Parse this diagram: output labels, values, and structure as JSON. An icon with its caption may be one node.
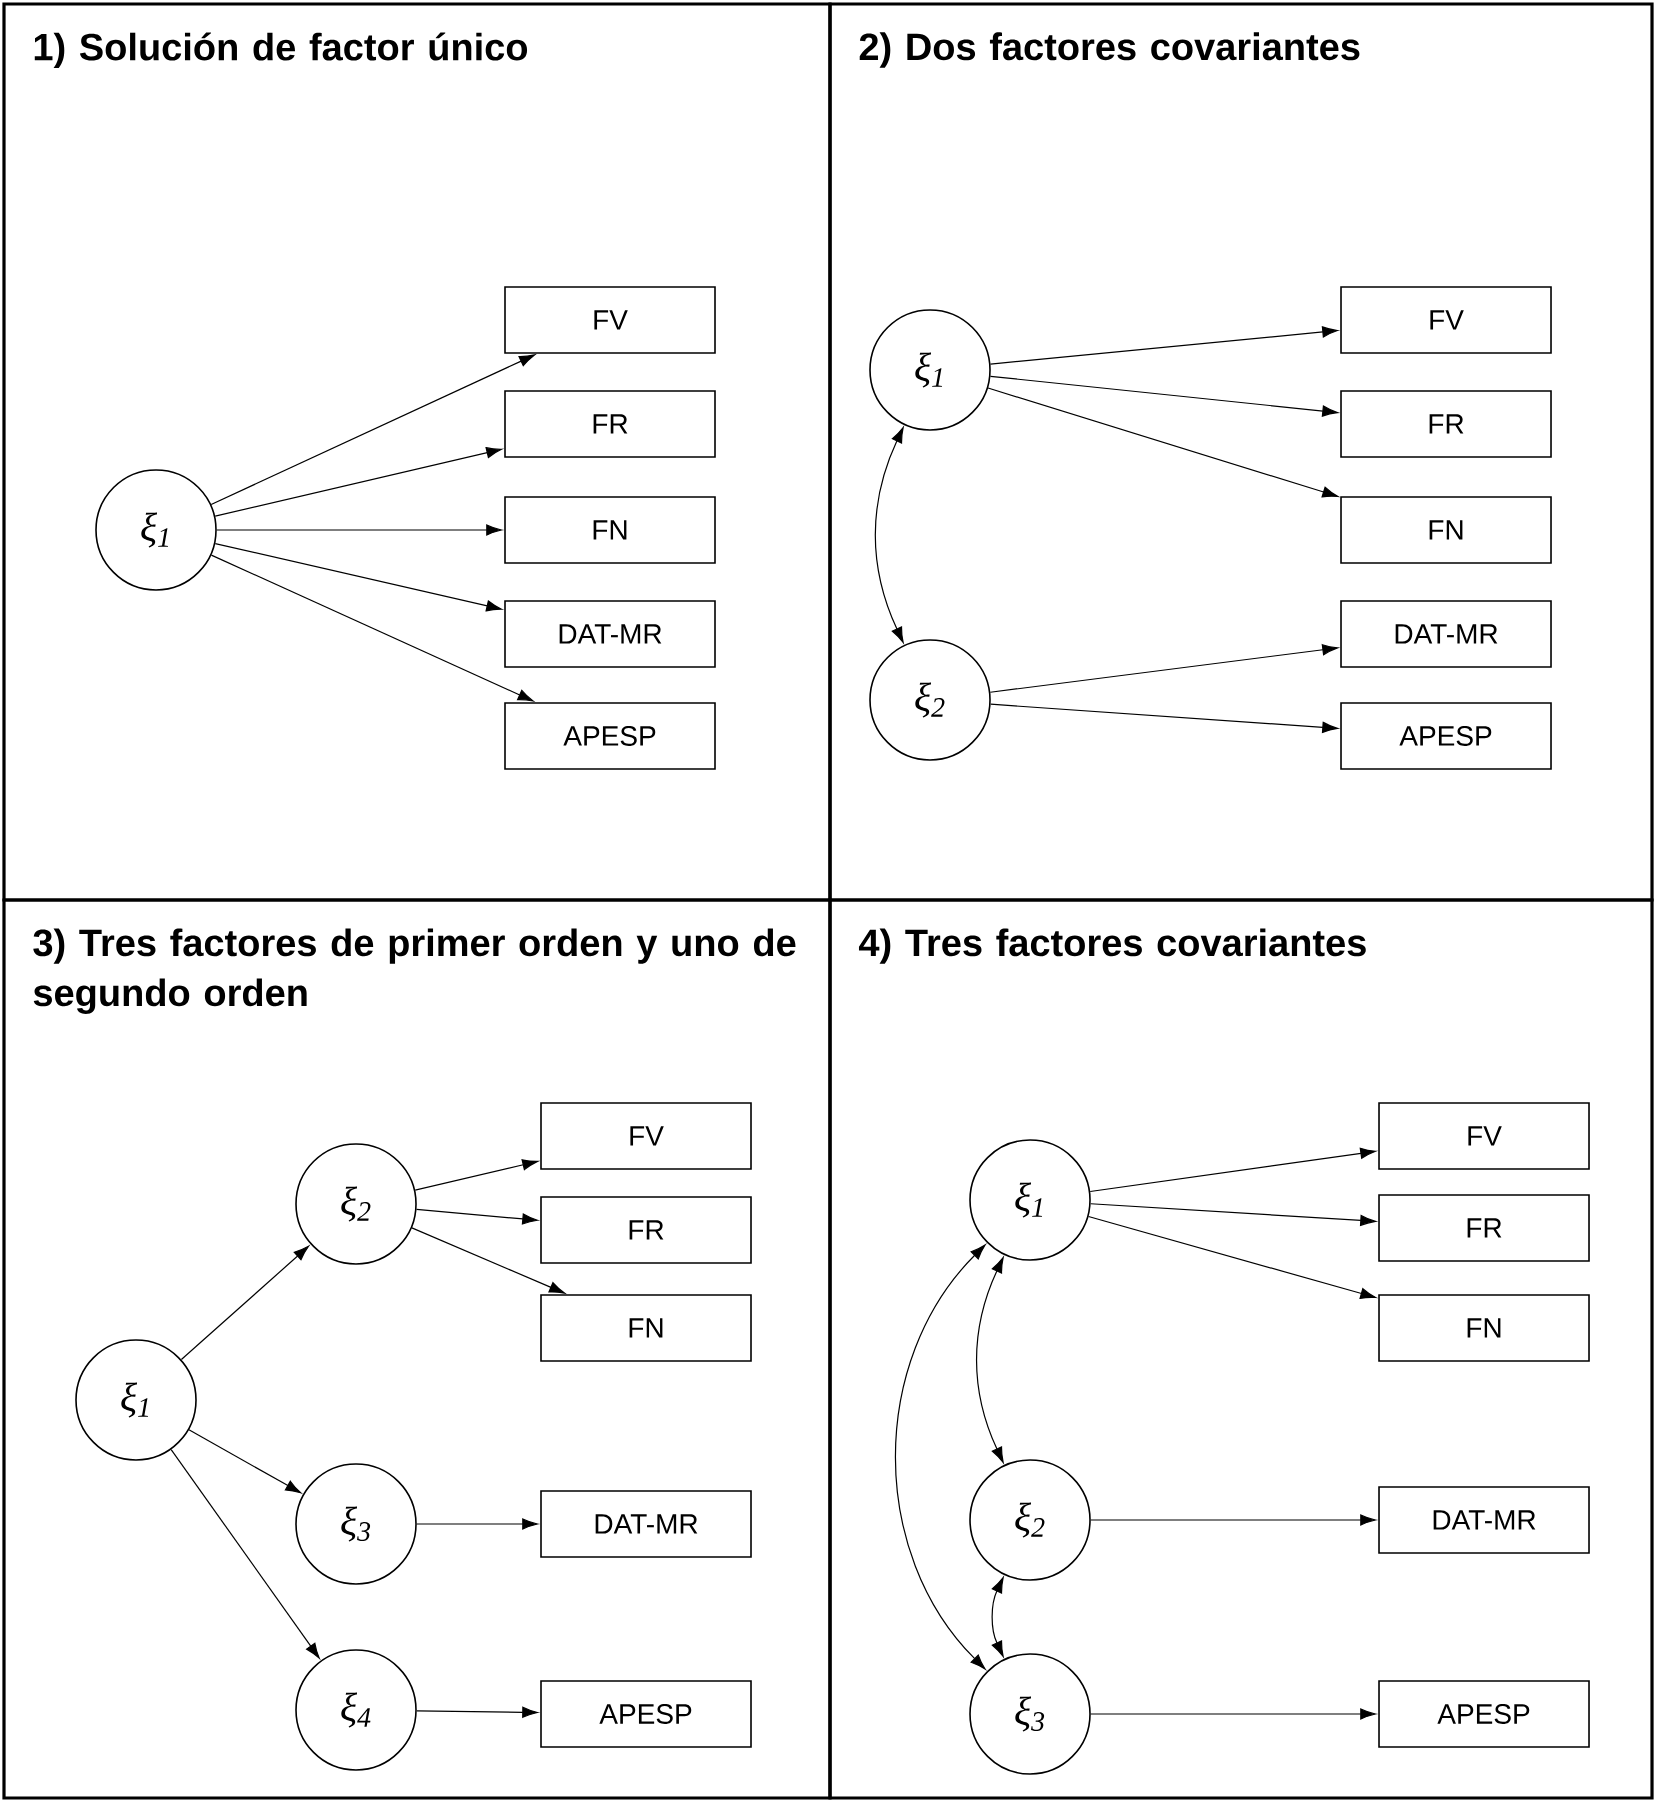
{
  "diagram": {
    "nodes": [
      {
        "text": [
          "1) Solución de factor único"
        ]
      },
      {
        "text": [
          "ξ$_{1}$"
        ],
        "in": 0
      },
      {
        "text": [
          "FV"
        ],
        "in": 0
      },
      {
        "text": [
          "FR"
        ],
        "in": 0
      },
      {
        "text": [
          "FN"
        ],
        "in": 0
      },
      {
        "text": [
          "DAT-MR"
        ],
        "in": 0
      },
      {
        "text": [
          "APESP"
        ],
        "in": 0
      },
      {
        "text": [
          "2) Dos factores covariantes"
        ]
      },
      {
        "text": [
          "ξ$_{1}$"
        ],
        "in": 7
      },
      {
        "text": [
          "ξ$_{2}$"
        ],
        "in": 7
      },
      {
        "text": [
          "FV"
        ],
        "in": 7
      },
      {
        "text": [
          "FR"
        ],
        "in": 7
      },
      {
        "text": [
          "FN"
        ],
        "in": 7
      },
      {
        "text": [
          "DAT-MR"
        ],
        "in": 7
      },
      {
        "text": [
          "APESP"
        ],
        "in": 7
      },
      {
        "text": [
          "3) Tres factores de primer orden y uno de segundo orden"
        ]
      },
      {
        "text": [
          "ξ$_{1}$"
        ],
        "in": 15
      },
      {
        "text": [
          "ξ$_{2}$"
        ],
        "in": 15
      },
      {
        "text": [
          "ξ$_{3}$"
        ],
        "in": 15
      },
      {
        "text": [
          "ξ$_{4}$"
        ],
        "in": 15
      },
      {
        "text": [
          "FV"
        ],
        "in": 15
      },
      {
        "text": [
          "FR"
        ],
        "in": 15
      },
      {
        "text": [
          "FN"
        ],
        "in": 15
      },
      {
        "text": [
          "DAT-MR"
        ],
        "in": 15
      },
      {
        "text": [
          "APESP"
        ],
        "in": 15
      },
      {
        "text": [
          "4) Tres factores covariantes"
        ]
      },
      {
        "text": [
          "ξ$_{1}$"
        ],
        "in": 25
      },
      {
        "text": [
          "ξ$_{2}$"
        ],
        "in": 25
      },
      {
        "text": [
          "ξ$_{3}$"
        ],
        "in": 25
      },
      {
        "text": [
          "FV"
        ],
        "in": 25
      },
      {
        "text": [
          "FR"
        ],
        "in": 25
      },
      {
        "text": [
          "FN"
        ],
        "in": 25
      },
      {
        "text": [
          "DAT-MR"
        ],
        "in": 25
      },
      {
        "text": [
          "APESP"
        ],
        "in": 25
      }
    ],
    "edges": [
      {
        "from": 1,
        "to": 2,
        "arrow": "to"
      },
      {
        "from": 1,
        "to": 3,
        "arrow": "to"
      },
      {
        "from": 1,
        "to": 4,
        "arrow": "to"
      },
      {
        "from": 1,
        "to": 5,
        "arrow": "to"
      },
      {
        "from": 1,
        "to": 6,
        "arrow": "to"
      },
      {
        "from": 8,
        "to": 10,
        "arrow": "to"
      },
      {
        "from": 8,
        "to": 11,
        "arrow": "to"
      },
      {
        "from": 8,
        "to": 12,
        "arrow": "to"
      },
      {
        "from": 9,
        "to": 13,
        "arrow": "to"
      },
      {
        "from": 9,
        "to": 14,
        "arrow": "to"
      },
      {
        "from": 8,
        "to": 9,
        "arrow": "both"
      },
      {
        "from": 16,
        "to": 17,
        "arrow": "to"
      },
      {
        "from": 16,
        "to": 18,
        "arrow": "to"
      },
      {
        "from": 16,
        "to": 19,
        "arrow": "to"
      },
      {
        "from": 17,
        "to": 20,
        "arrow": "to"
      },
      {
        "from": 17,
        "to": 21,
        "arrow": "to"
      },
      {
        "from": 17,
        "to": 22,
        "arrow": "to"
      },
      {
        "from": 18,
        "to": 23,
        "arrow": "to"
      },
      {
        "from": 19,
        "to": 24,
        "arrow": "to"
      },
      {
        "from": 26,
        "to": 29,
        "arrow": "to"
      },
      {
        "from": 26,
        "to": 30,
        "arrow": "to"
      },
      {
        "from": 26,
        "to": 31,
        "arrow": "to"
      },
      {
        "from": 27,
        "to": 32,
        "arrow": "to"
      },
      {
        "from": 28,
        "to": 33,
        "arrow": "to"
      },
      {
        "from": 26,
        "to": 27,
        "arrow": "both"
      },
      {
        "from": 27,
        "to": 28,
        "arrow": "both"
      },
      {
        "from": 26,
        "to": 28,
        "arrow": "both"
      }
    ]
  }
}
